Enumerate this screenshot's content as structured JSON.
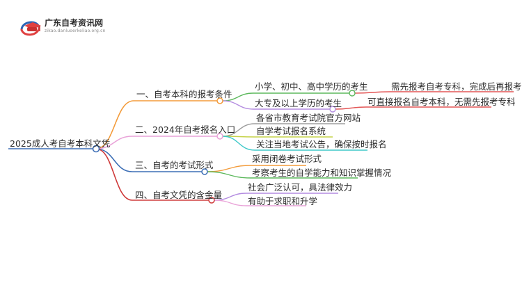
{
  "logo": {
    "title": "广东自考资讯网",
    "subtitle": "zikao.danluoerkeliao.org.cn"
  },
  "diagram": {
    "root": {
      "label": "2025成人考自考本科文凭"
    },
    "branches": [
      {
        "label": "一、自考本科的报考条件",
        "color": "#f39b3a",
        "children": [
          {
            "label": "小学、初中、高中学历的考生",
            "color": "#5cb85c",
            "children": [
              {
                "label": "需先报考自考专科，完成后再报考本科",
                "color": "#e35656"
              }
            ]
          },
          {
            "label": "大专及以上学历的考生",
            "color": "#b38be0",
            "children": [
              {
                "label": "可直接报名自考本科，无需先报考专科",
                "color": "#e35656"
              }
            ]
          }
        ]
      },
      {
        "label": "二、2024年自考报名入口",
        "color": "#e9a2d8",
        "children": [
          {
            "label": "各省市教育考试院官方网站",
            "color": "#9e9e9e"
          },
          {
            "label": "自学考试报名系统",
            "color": "#c6d34a"
          },
          {
            "label": "关注当地考试公告，确保按时报名",
            "color": "#3ec9c9"
          }
        ]
      },
      {
        "label": "三、自考的考试形式",
        "color": "#3d6fb6",
        "children": [
          {
            "label": "采用闭卷考试形式",
            "color": "#f39b3a"
          },
          {
            "label": "考察考生的自学能力和知识掌握情况",
            "color": "#5cb85c"
          }
        ]
      },
      {
        "label": "四、自考文凭的含金量",
        "color": "#cf3b3b",
        "children": [
          {
            "label": "社会广泛认可，具法律效力",
            "color": "#b38be0"
          },
          {
            "label": "有助于求职和升学",
            "color": "#e9a2d8"
          }
        ]
      }
    ]
  }
}
